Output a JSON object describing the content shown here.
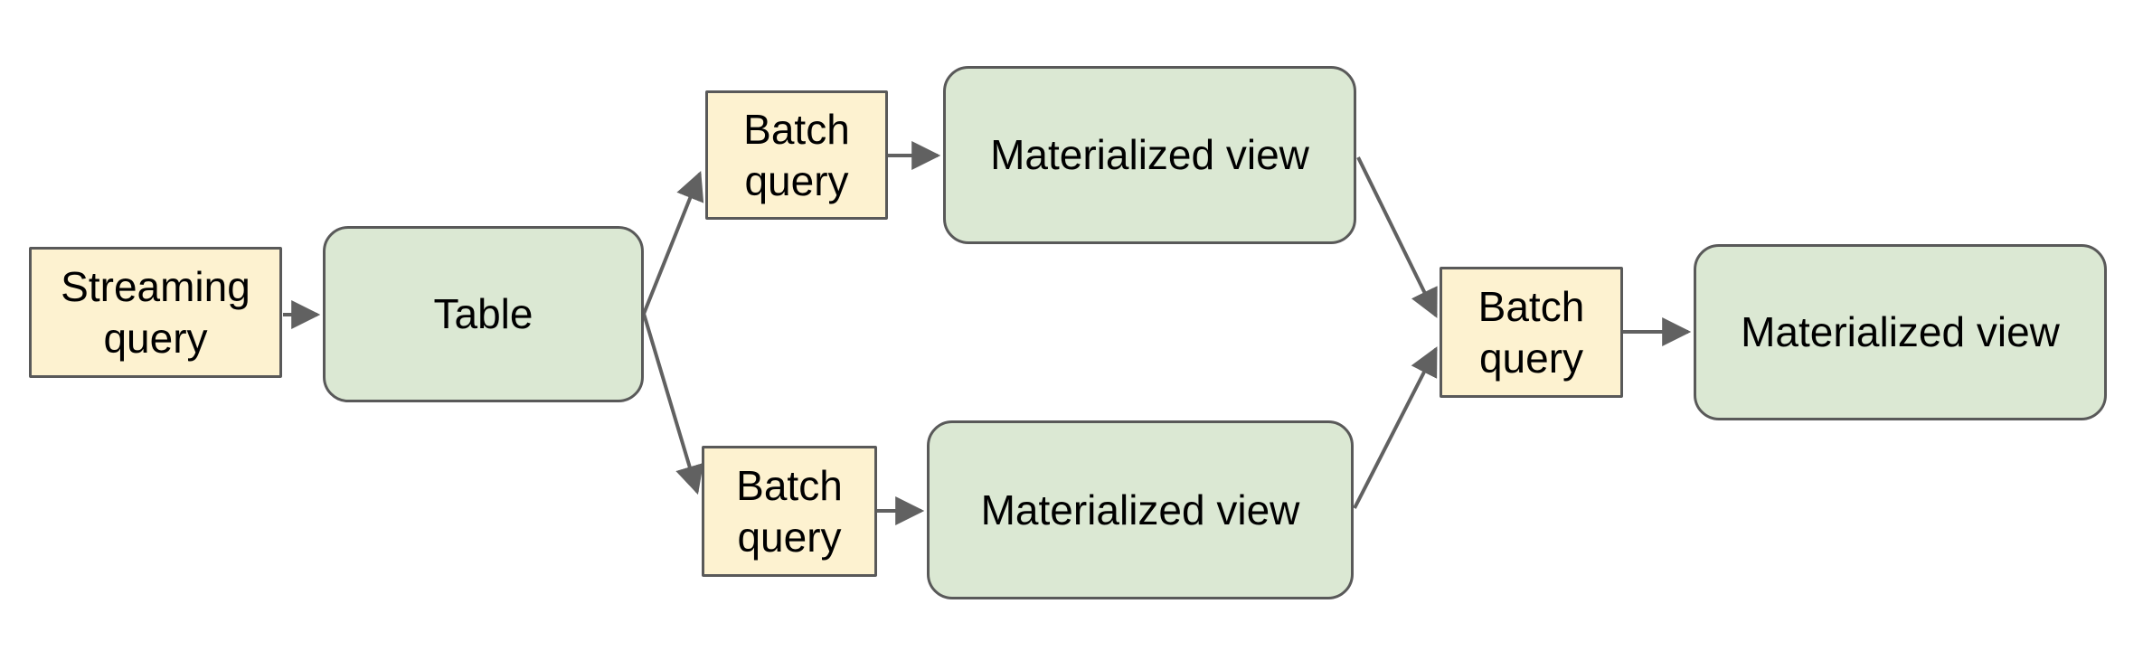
{
  "diagram": {
    "nodes": [
      {
        "id": "streaming-query",
        "label": "Streaming query",
        "type": "query"
      },
      {
        "id": "table",
        "label": "Table",
        "type": "table"
      },
      {
        "id": "batch-query-top",
        "label": "Batch query",
        "type": "query"
      },
      {
        "id": "materialized-view-top",
        "label": "Materialized view",
        "type": "view"
      },
      {
        "id": "batch-query-bottom",
        "label": "Batch query",
        "type": "query"
      },
      {
        "id": "materialized-view-bottom",
        "label": "Materialized view",
        "type": "view"
      },
      {
        "id": "batch-query-right",
        "label": "Batch query",
        "type": "query"
      },
      {
        "id": "materialized-view-right",
        "label": "Materialized view",
        "type": "view"
      }
    ],
    "edges": [
      {
        "from": "streaming-query",
        "to": "table"
      },
      {
        "from": "table",
        "to": "batch-query-top"
      },
      {
        "from": "table",
        "to": "batch-query-bottom"
      },
      {
        "from": "batch-query-top",
        "to": "materialized-view-top"
      },
      {
        "from": "batch-query-bottom",
        "to": "materialized-view-bottom"
      },
      {
        "from": "materialized-view-top",
        "to": "batch-query-right"
      },
      {
        "from": "materialized-view-bottom",
        "to": "batch-query-right"
      },
      {
        "from": "batch-query-right",
        "to": "materialized-view-right"
      }
    ],
    "colors": {
      "query_fill": "#fdf2d0",
      "view_fill": "#dbe8d3",
      "border": "#595959",
      "arrow": "#616161",
      "text": "#000000",
      "background": "#ffffff"
    }
  }
}
